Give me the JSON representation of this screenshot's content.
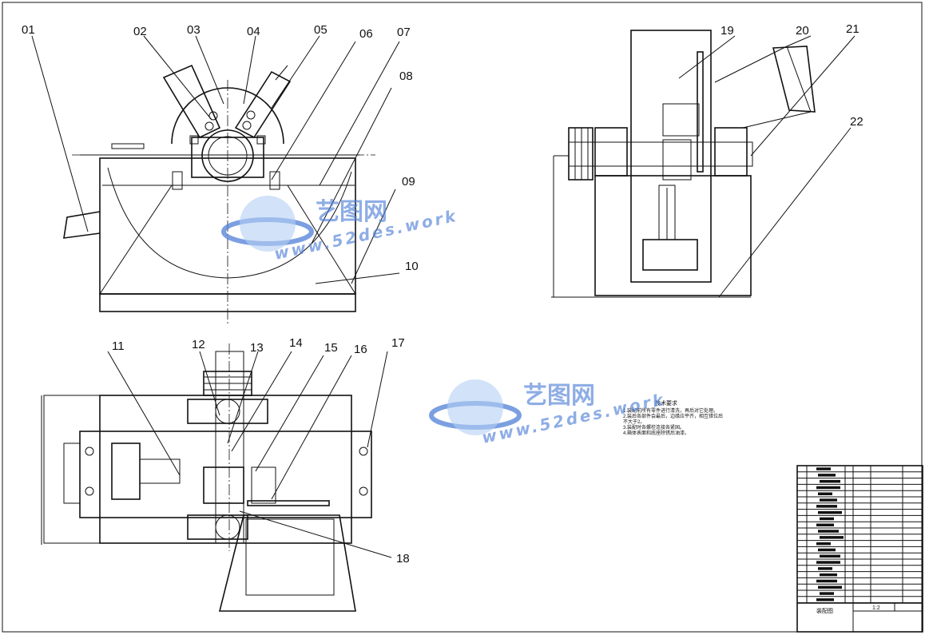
{
  "part_labels": [
    "01",
    "02",
    "03",
    "04",
    "05",
    "06",
    "07",
    "08",
    "09",
    "10",
    "11",
    "12",
    "13",
    "14",
    "15",
    "16",
    "17",
    "18",
    "19",
    "20",
    "21",
    "22"
  ],
  "technical_requirements": {
    "title": "技术要求",
    "items": [
      "1.装配前所有零件进行清洗，再后对它处理。",
      "2.装后各部件会最后，边缘应平齐，相互错位后",
      "不大于2。",
      "3.装配时各螺栓连接各紧固。",
      "4.箱体表面和底座除锈后油漆。"
    ]
  },
  "title_block": {
    "drawing_name": "装配图",
    "scale": "1:2"
  },
  "watermark": {
    "brand": "艺图网",
    "url": "www.52des.work"
  },
  "colors": {
    "line": "#111111",
    "watermark": "#4f7fd8"
  }
}
